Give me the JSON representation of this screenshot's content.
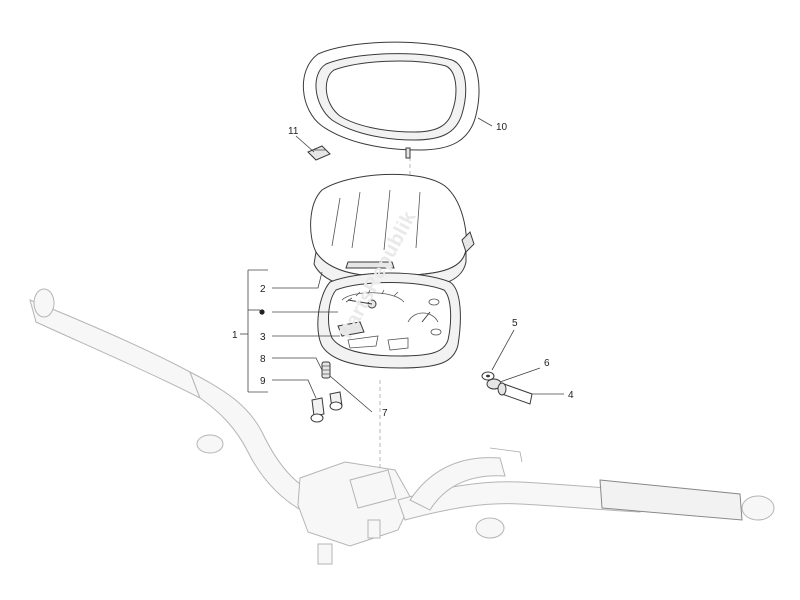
{
  "watermark": "PartsRepublik",
  "callouts": {
    "c1": "1",
    "c2": "2",
    "c3": "3",
    "c4": "4",
    "c5": "5",
    "c6": "6",
    "c7": "7",
    "c8": "8",
    "c9": "9",
    "c10": "10",
    "c11": "11"
  },
  "colors": {
    "line": "#3a3a3a",
    "fill": "#ffffff",
    "watermark": "#e9e9e9"
  }
}
